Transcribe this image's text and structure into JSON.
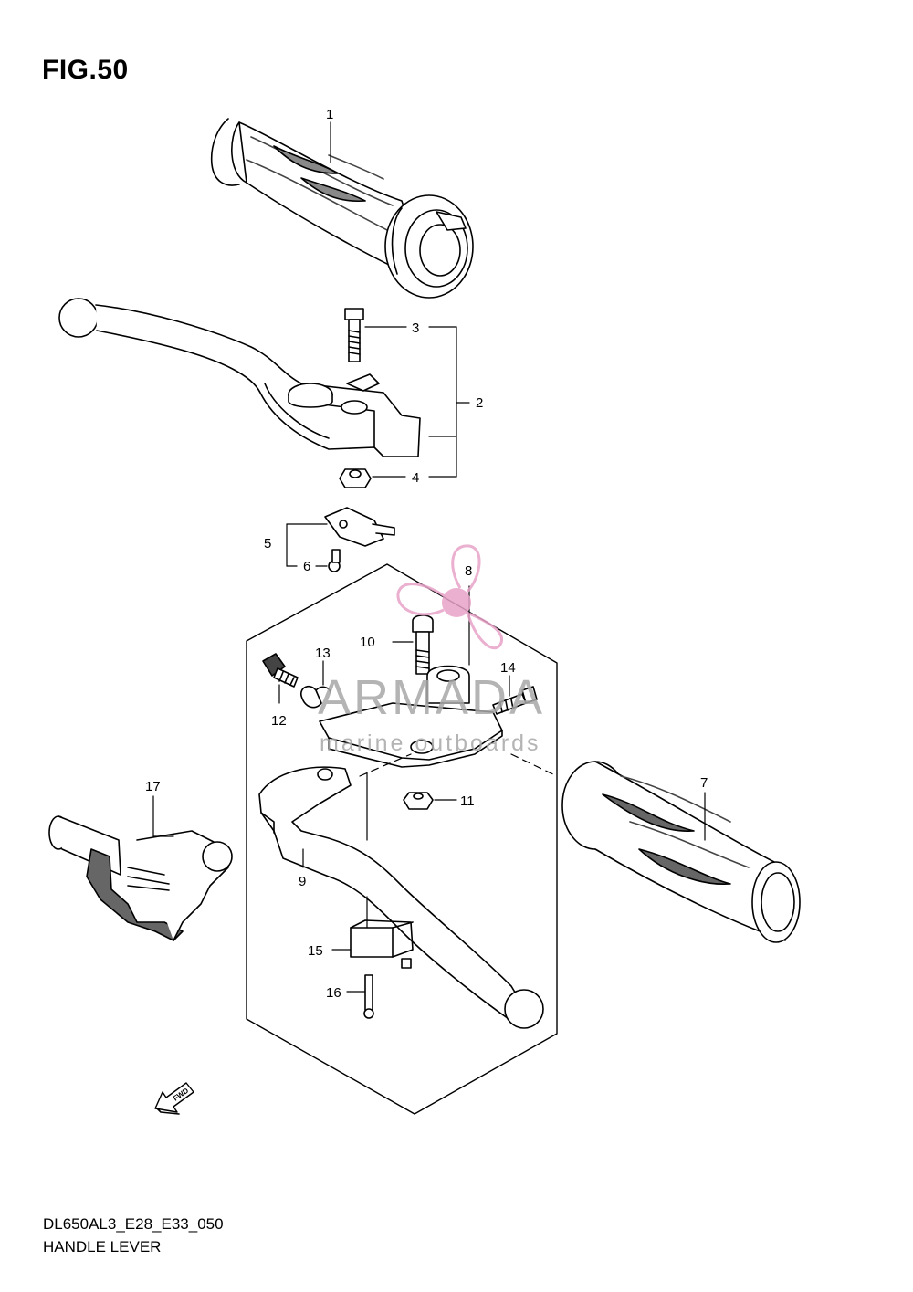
{
  "figure": {
    "title": "FIG.50"
  },
  "footer": {
    "code": "DL650AL3_E28_E33_050",
    "name": "HANDLE LEVER"
  },
  "callouts": [
    "1",
    "2",
    "3",
    "4",
    "5",
    "6",
    "7",
    "8",
    "9",
    "10",
    "11",
    "12",
    "13",
    "14",
    "15",
    "16",
    "17"
  ],
  "watermark": {
    "brand": "ARMADA",
    "tagline": "marine outboards",
    "color": "#e8a3c8"
  },
  "direction_label": "FWD",
  "colors": {
    "line": "#000000",
    "fill": "#ffffff",
    "shade": "#555555"
  }
}
